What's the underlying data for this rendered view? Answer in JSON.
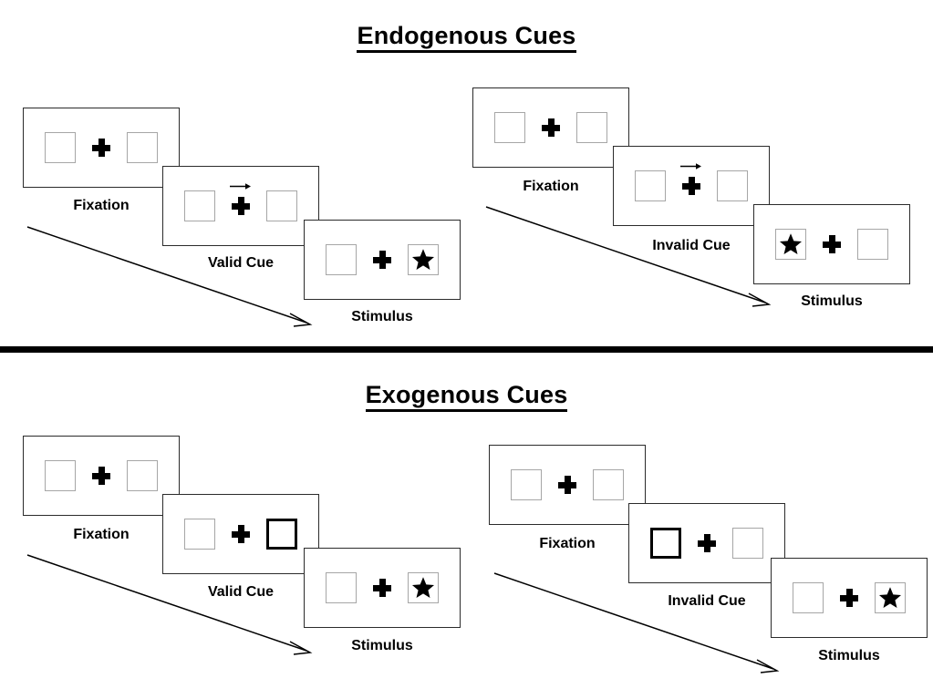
{
  "sections": [
    {
      "id": "endogenous",
      "title": "Endogenous Cues",
      "columns": [
        {
          "id": "endogenous-valid",
          "frames": [
            {
              "caption": "Fixation",
              "left_box": "empty",
              "right_box": "empty",
              "cue": "none",
              "arrow_direction": ""
            },
            {
              "caption": "Valid Cue",
              "left_box": "empty",
              "right_box": "empty",
              "cue": "arrow",
              "arrow_direction": "right"
            },
            {
              "caption": "Stimulus",
              "left_box": "empty",
              "right_box": "star",
              "cue": "none",
              "arrow_direction": ""
            }
          ]
        },
        {
          "id": "endogenous-invalid",
          "frames": [
            {
              "caption": "Fixation",
              "left_box": "empty",
              "right_box": "empty",
              "cue": "none",
              "arrow_direction": ""
            },
            {
              "caption": "Invalid Cue",
              "left_box": "empty",
              "right_box": "empty",
              "cue": "arrow",
              "arrow_direction": "right"
            },
            {
              "caption": "Stimulus",
              "left_box": "star",
              "right_box": "empty",
              "cue": "none",
              "arrow_direction": ""
            }
          ]
        }
      ]
    },
    {
      "id": "exogenous",
      "title": "Exogenous Cues",
      "columns": [
        {
          "id": "exogenous-valid",
          "frames": [
            {
              "caption": "Fixation",
              "left_box": "empty",
              "right_box": "empty",
              "cue": "none",
              "arrow_direction": ""
            },
            {
              "caption": "Valid Cue",
              "left_box": "empty",
              "right_box": "cued",
              "cue": "none",
              "arrow_direction": ""
            },
            {
              "caption": "Stimulus",
              "left_box": "empty",
              "right_box": "star",
              "cue": "none",
              "arrow_direction": ""
            }
          ]
        },
        {
          "id": "exogenous-invalid",
          "frames": [
            {
              "caption": "Fixation",
              "left_box": "empty",
              "right_box": "empty",
              "cue": "none",
              "arrow_direction": ""
            },
            {
              "caption": "Invalid Cue",
              "left_box": "cued",
              "right_box": "empty",
              "cue": "none",
              "arrow_direction": ""
            },
            {
              "caption": "Stimulus",
              "left_box": "empty",
              "right_box": "star",
              "cue": "none",
              "arrow_direction": ""
            }
          ]
        }
      ]
    }
  ],
  "colors": {
    "background": "#ffffff",
    "frame_border": "#2b2b2b",
    "box_border": "#a6a6a6",
    "cued_box_border": "#000000",
    "ink": "#000000",
    "divider": "#000000"
  },
  "icons": {
    "fixation_cross": "plus-icon",
    "stimulus": "star-icon",
    "endogenous_cue": "arrow-right-icon",
    "time_flow": "diagonal-arrow-icon"
  }
}
